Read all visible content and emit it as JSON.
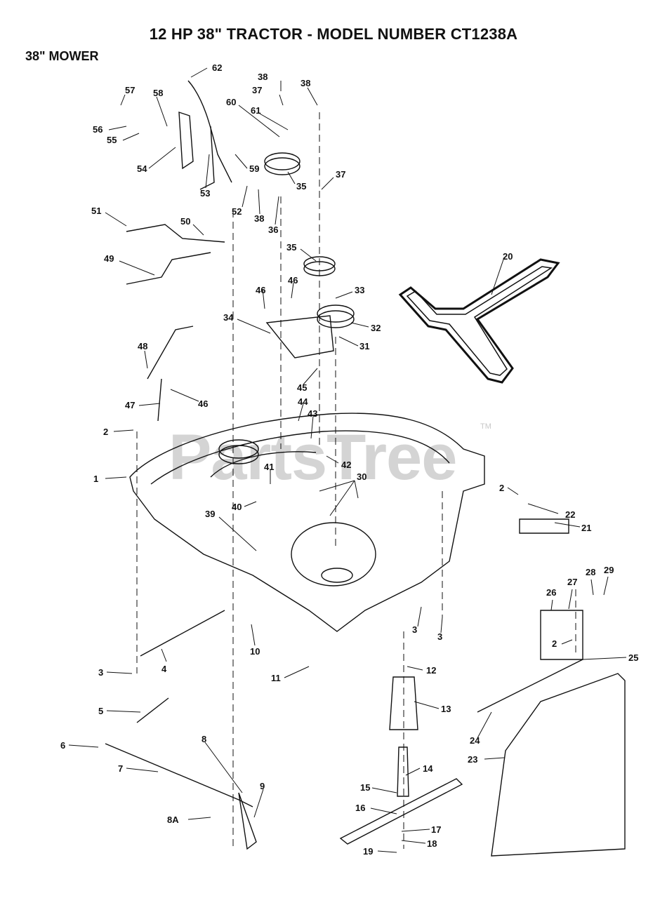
{
  "header": {
    "title": "12 HP 38\" TRACTOR - MODEL NUMBER CT1238A",
    "subtitle": "38\" MOWER"
  },
  "watermark": {
    "text": "PartsTree",
    "tm": "TM"
  },
  "callouts": [
    "62",
    "57",
    "58",
    "56",
    "55",
    "54",
    "53",
    "59",
    "52",
    "38",
    "38",
    "37",
    "38",
    "60",
    "61",
    "35",
    "37",
    "36",
    "51",
    "50",
    "49",
    "35",
    "46",
    "46",
    "33",
    "34",
    "32",
    "31",
    "20",
    "48",
    "47",
    "46",
    "45",
    "44",
    "43",
    "42",
    "41",
    "30",
    "2",
    "1",
    "40",
    "39",
    "2",
    "22",
    "21",
    "3",
    "3",
    "10",
    "11",
    "3",
    "4",
    "12",
    "13",
    "5",
    "6",
    "7",
    "8",
    "9",
    "8A",
    "14",
    "15",
    "16",
    "17",
    "18",
    "19",
    "24",
    "23",
    "25",
    "26",
    "27",
    "28",
    "29",
    "2"
  ],
  "colors": {
    "line": "#111111",
    "watermark": "#d4d4d4"
  }
}
